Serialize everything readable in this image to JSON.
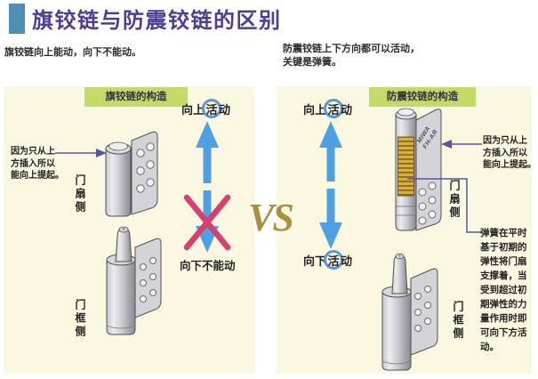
{
  "title": "旗铰链与防震铰链的区别",
  "intro_left": "旗铰链向上能动，向下不能动。",
  "intro_right": "防震铰链上下方向都可以活动，\n关键是弹簧。",
  "vs_label": "VS",
  "left_panel": {
    "header": "旗铰链的构造",
    "up_label": {
      "pre": "向上",
      "circled": "活",
      "post": "动"
    },
    "down_label": "向下不能动",
    "callout": "因为只从上\n方插入所以\n能向上提起。",
    "door_leaf_label": "门扇侧",
    "door_frame_label": "门框侧"
  },
  "right_panel": {
    "header": "防震铰链的构造",
    "up_label": {
      "pre": "向上",
      "circled": "活",
      "post": "动"
    },
    "down_label": {
      "pre": "向下",
      "circled": "活",
      "post": "动"
    },
    "brand_marking": "MIWA\nFH-AR",
    "callout_top": "因为只从上\n方插入所以\n能向上提起。",
    "callout_spring": "弹簧在平时\n基于初期的\n弹性将门扇\n支撑着，当\n受到超过初\n期弹性的力\n量作用时即\n可向下方活\n动。",
    "door_leaf_label": "门扇侧",
    "door_frame_label": "门框侧"
  },
  "colors": {
    "accent_teal": "#4E90B5",
    "title_purple": "#4B3E93",
    "panel_cream": "#FBF8E2",
    "header_green": "#C3DA69",
    "arrow_blue": "#4FA0E2",
    "cross_red": "#D6406E",
    "vs_gold": "#A8913E",
    "circle_blue": "#5C96D8",
    "spring_gold": "#D9AE40",
    "pointer_indigo": "#5555A0"
  }
}
